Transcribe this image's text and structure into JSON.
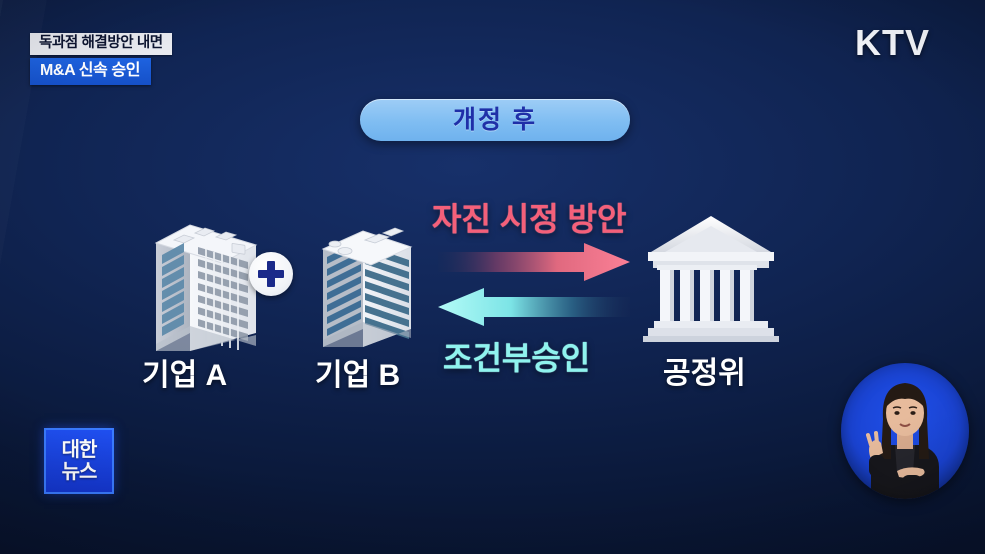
{
  "broadcast": {
    "channel_logo": "KTV",
    "news_logo_line1": "대한",
    "news_logo_line2": "뉴스",
    "signer_label": "sign-language-interpreter"
  },
  "ticker": {
    "headline": "독과점 해결방안 내면",
    "subhead": "M&A 신속 승인"
  },
  "title": {
    "pill_text": "개정 후"
  },
  "diagram": {
    "company_a_label": "기업 A",
    "company_b_label": "기업 B",
    "agency_label": "공정위",
    "plus_symbol": "+",
    "forward_arrow_label": "자진 시정 방안",
    "backward_arrow_label": "조건부승인"
  },
  "colors": {
    "background_navy": "#0b1b3d",
    "background_mid": "#17306a",
    "pill_blue": "#7fbdf2",
    "pill_text_blue": "#1f2fa8",
    "forward_arrow_red": "#f4607a",
    "backward_arrow_cyan": "#8ff3ee",
    "ticker_bar_blue": "#1e63e0",
    "ticker_bar_white": "#e8eaf0",
    "news_logo_blue": "#1f4ff0",
    "building_white": "#eef1f6",
    "building_window_blue": "#3f6e96",
    "plus_navy": "#1b2a8a"
  },
  "icons": {
    "building_tower": "office-tower-icon",
    "building_layered": "layered-office-icon",
    "government": "government-building-icon",
    "plus_badge": "plus-circle-icon",
    "arrow_right": "arrow-right-icon",
    "arrow_left": "arrow-left-icon"
  }
}
